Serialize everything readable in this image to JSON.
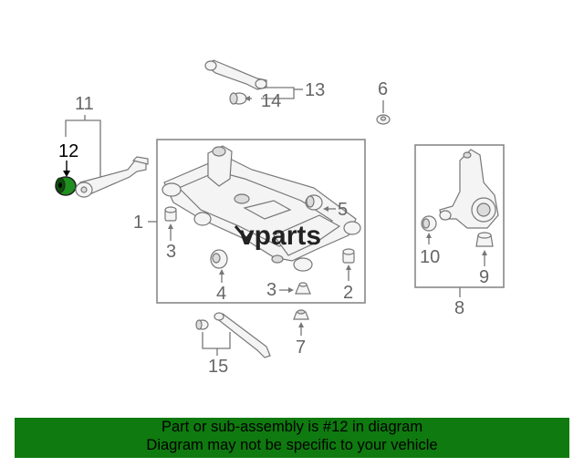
{
  "callouts": {
    "n1": "1",
    "n2": "2",
    "n3a": "3",
    "n3b": "3",
    "n4": "4",
    "n5": "5",
    "n6": "6",
    "n7": "7",
    "n8": "8",
    "n9": "9",
    "n10": "10",
    "n11": "11",
    "n12": "12",
    "n13": "13",
    "n14": "14",
    "n15": "15"
  },
  "watermark": "vparts",
  "colors": {
    "footer_bg": "#0f7a0f",
    "highlight_part": "#1f8f1f",
    "lines": "#777777"
  },
  "footer": {
    "line1": "Part or sub-assembly is #12 in diagram",
    "line2": "Diagram may not be specific to your vehicle"
  }
}
